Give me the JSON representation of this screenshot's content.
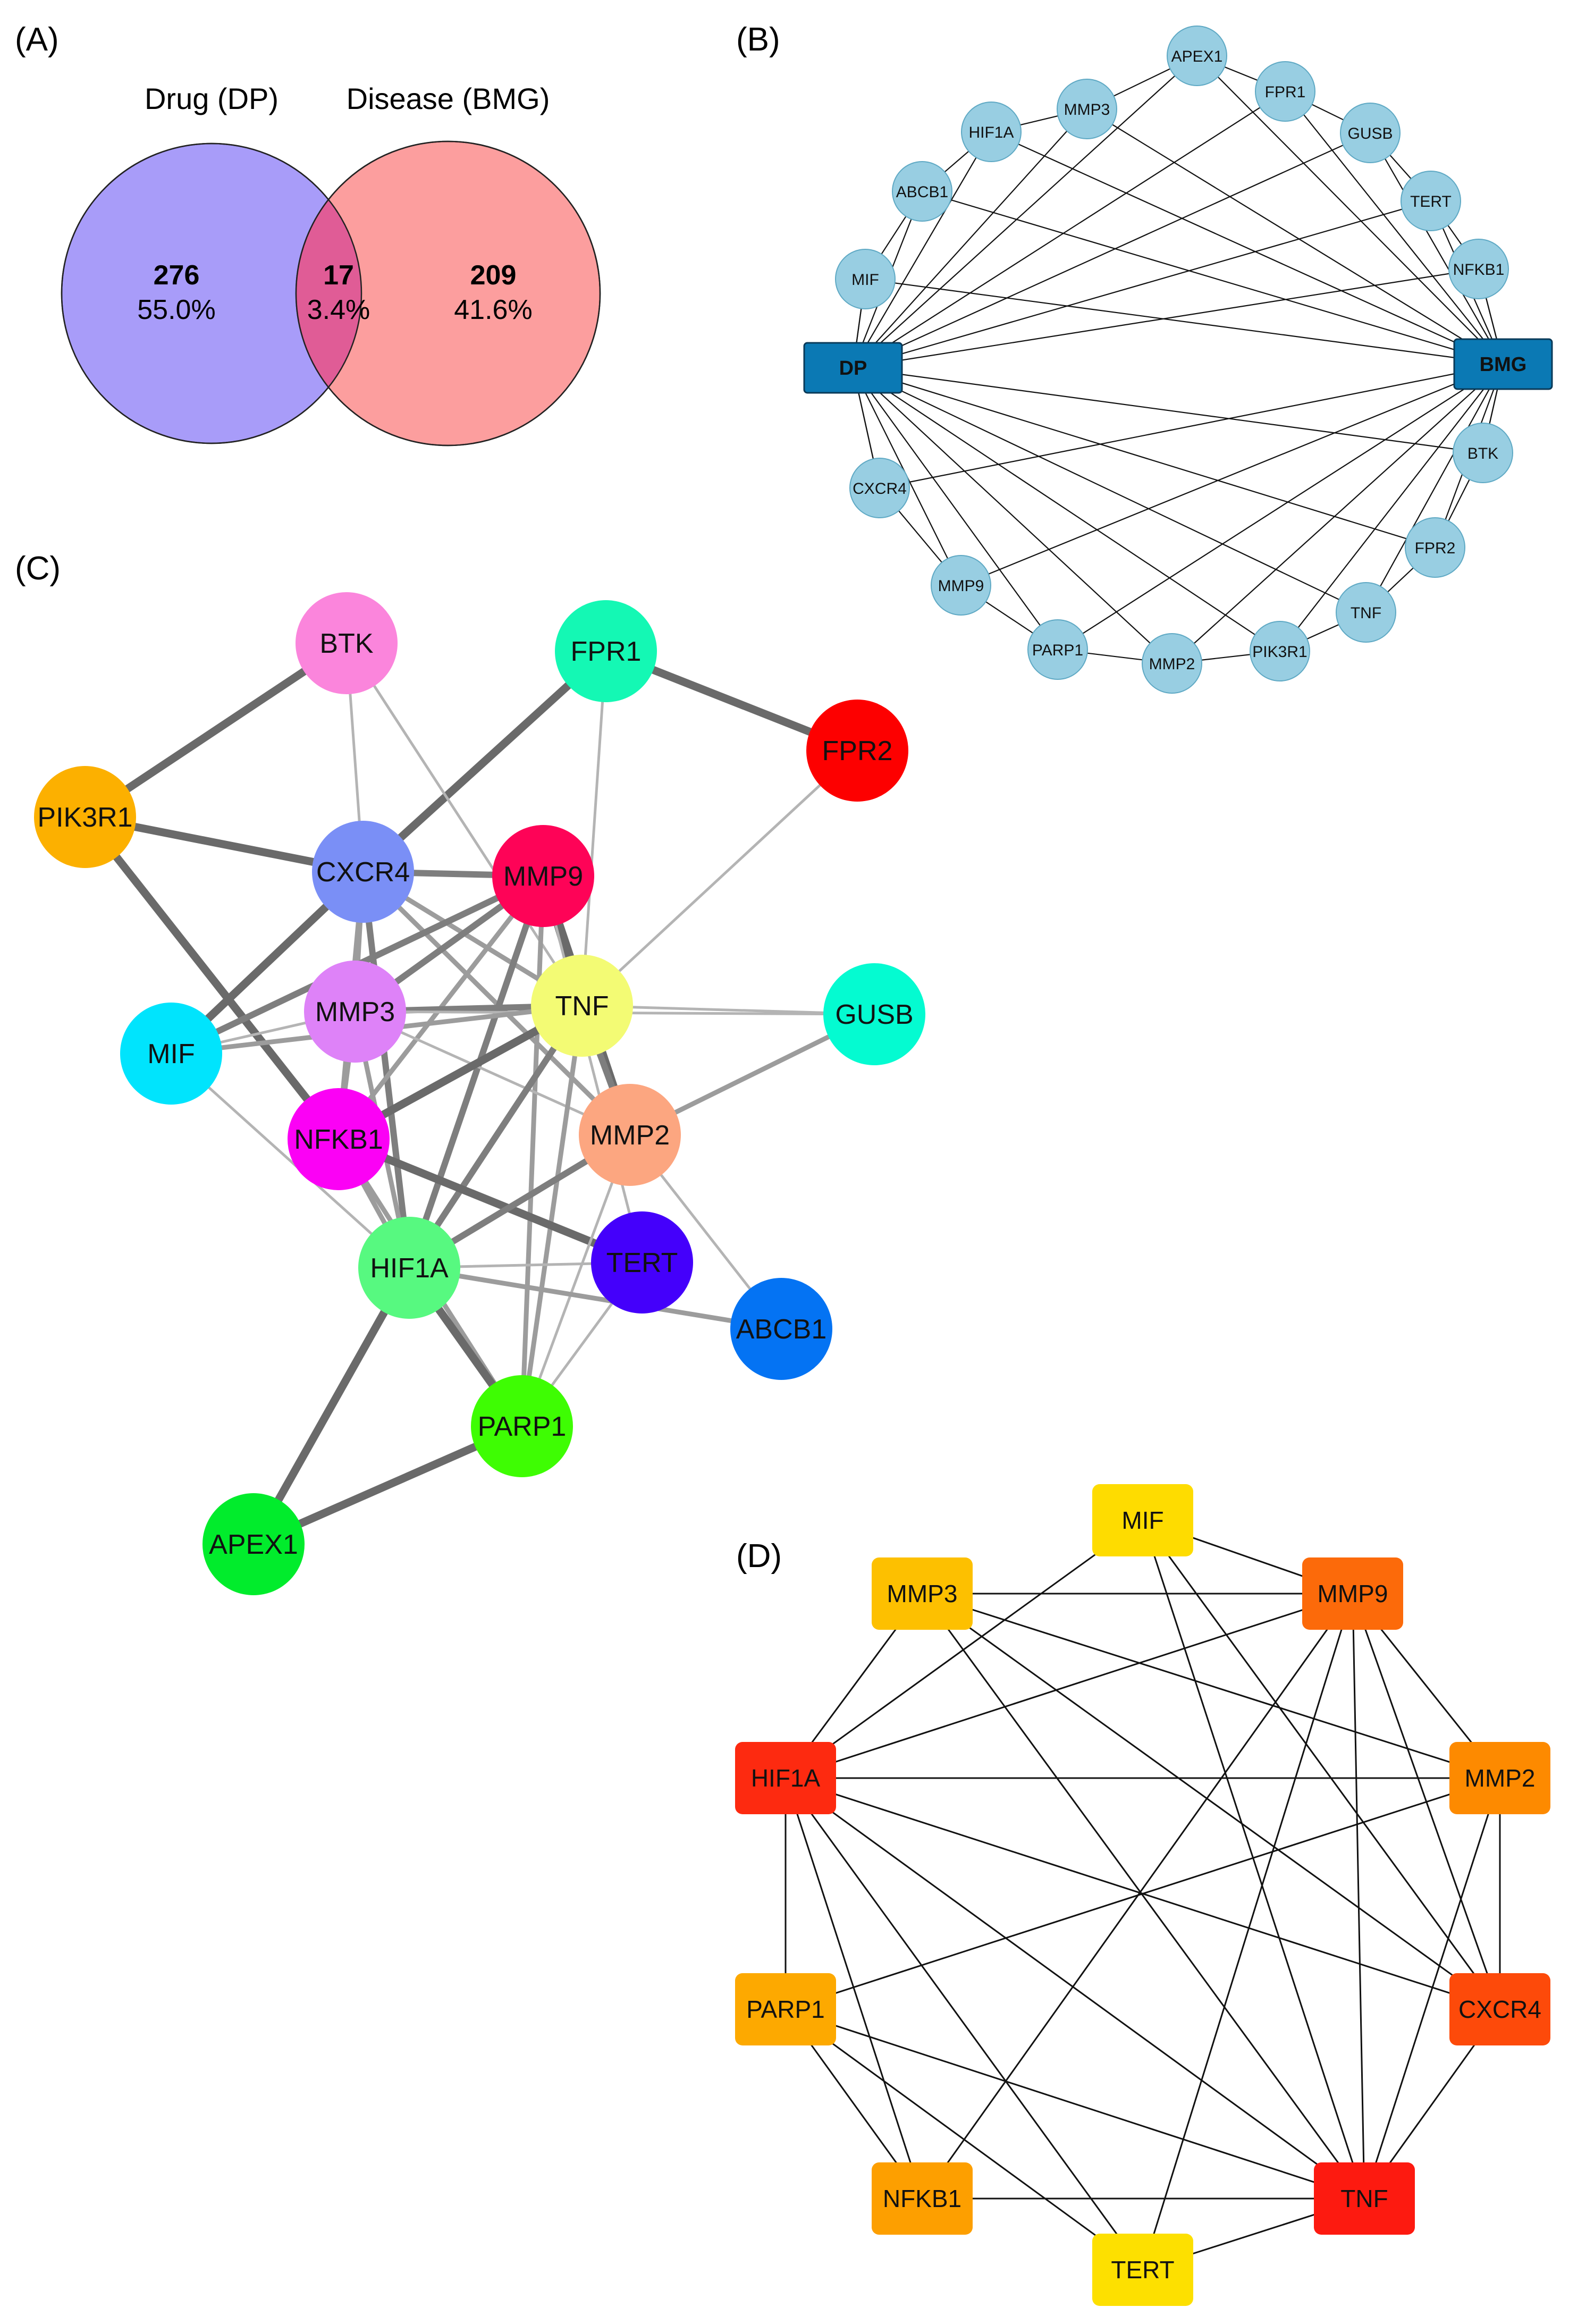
{
  "panels": {
    "A": {
      "label": "(A)",
      "drug_label": "Drug (DP)",
      "disease_label": "Disease (BMG)",
      "drug_only": {
        "count": "276",
        "pct": "55.0%"
      },
      "overlap": {
        "count": "17",
        "pct": "3.4%"
      },
      "disease_only": {
        "count": "209",
        "pct": "41.6%"
      },
      "colors": {
        "drug": "#a89cf9",
        "disease": "#fc9e9e",
        "overlap": "#e05c96"
      }
    },
    "B": {
      "label": "(B)",
      "hubs": [
        {
          "id": "DP",
          "label": "DP"
        },
        {
          "id": "BMG",
          "label": "BMG"
        }
      ],
      "nodes": [
        "MMP3",
        "APEX1",
        "FPR1",
        "GUSB",
        "HIF1A",
        "TERT",
        "ABCB1",
        "NFKB1",
        "MIF",
        "CXCR4",
        "BTK",
        "MMP9",
        "FPR2",
        "PARP1",
        "TNF",
        "MMP2",
        "PIK3R1"
      ],
      "colors": {
        "node": "#98cee2",
        "hub": "#0b79b4"
      }
    },
    "C": {
      "label": "(C)",
      "nodes": [
        {
          "id": "BTK",
          "color": "#fb85dc"
        },
        {
          "id": "FPR1",
          "color": "#14f8b4"
        },
        {
          "id": "FPR2",
          "color": "#fd0000"
        },
        {
          "id": "PIK3R1",
          "color": "#fcb000"
        },
        {
          "id": "CXCR4",
          "color": "#7a8ff6"
        },
        {
          "id": "MMP9",
          "color": "#fe0357"
        },
        {
          "id": "MMP3",
          "color": "#de82f8"
        },
        {
          "id": "TNF",
          "color": "#f3fb74"
        },
        {
          "id": "GUSB",
          "color": "#04fbd1"
        },
        {
          "id": "MIF",
          "color": "#00e4fd"
        },
        {
          "id": "NFKB1",
          "color": "#fb01f5"
        },
        {
          "id": "MMP2",
          "color": "#fca680"
        },
        {
          "id": "TERT",
          "color": "#4400fb"
        },
        {
          "id": "HIF1A",
          "color": "#57f980"
        },
        {
          "id": "ABCB1",
          "color": "#0473f3"
        },
        {
          "id": "PARP1",
          "color": "#3efd03"
        },
        {
          "id": "APEX1",
          "color": "#01ec2c"
        }
      ],
      "edges": [
        [
          "PIK3R1",
          "BTK",
          4
        ],
        [
          "PIK3R1",
          "CXCR4",
          4
        ],
        [
          "PIK3R1",
          "NFKB1",
          4
        ],
        [
          "FPR1",
          "FPR2",
          4
        ],
        [
          "FPR1",
          "CXCR4",
          4
        ],
        [
          "FPR1",
          "TNF",
          1
        ],
        [
          "BTK",
          "CXCR4",
          1
        ],
        [
          "BTK",
          "TNF",
          1
        ],
        [
          "FPR2",
          "TNF",
          1
        ],
        [
          "CXCR4",
          "MMP9",
          3
        ],
        [
          "CXCR4",
          "MMP3",
          2
        ],
        [
          "CXCR4",
          "TNF",
          2
        ],
        [
          "CXCR4",
          "MIF",
          4
        ],
        [
          "CXCR4",
          "NFKB1",
          2
        ],
        [
          "CXCR4",
          "MMP2",
          2
        ],
        [
          "CXCR4",
          "HIF1A",
          3
        ],
        [
          "MMP9",
          "MMP3",
          3
        ],
        [
          "MMP9",
          "TNF",
          4
        ],
        [
          "MMP9",
          "MMP2",
          4
        ],
        [
          "MMP9",
          "NFKB1",
          2
        ],
        [
          "MMP9",
          "HIF1A",
          3
        ],
        [
          "MMP9",
          "MIF",
          3
        ],
        [
          "MMP9",
          "TERT",
          1
        ],
        [
          "MMP9",
          "PARP1",
          2
        ],
        [
          "MMP3",
          "TNF",
          3
        ],
        [
          "MMP3",
          "MIF",
          1
        ],
        [
          "MMP3",
          "HIF1A",
          2
        ],
        [
          "MMP3",
          "MMP2",
          1
        ],
        [
          "MMP3",
          "NFKB1",
          2
        ],
        [
          "MMP3",
          "GUSB",
          1
        ],
        [
          "TNF",
          "NFKB1",
          4
        ],
        [
          "TNF",
          "MMP2",
          3
        ],
        [
          "TNF",
          "HIF1A",
          3
        ],
        [
          "TNF",
          "PARP1",
          2
        ],
        [
          "TNF",
          "GUSB",
          1
        ],
        [
          "TNF",
          "MIF",
          2
        ],
        [
          "MIF",
          "HIF1A",
          1
        ],
        [
          "NFKB1",
          "TERT",
          4
        ],
        [
          "NFKB1",
          "HIF1A",
          2
        ],
        [
          "NFKB1",
          "PARP1",
          2
        ],
        [
          "MMP2",
          "HIF1A",
          3
        ],
        [
          "MMP2",
          "GUSB",
          2
        ],
        [
          "MMP2",
          "ABCB1",
          1
        ],
        [
          "MMP2",
          "PARP1",
          1
        ],
        [
          "TERT",
          "HIF1A",
          1
        ],
        [
          "TERT",
          "PARP1",
          1
        ],
        [
          "HIF1A",
          "PARP1",
          4
        ],
        [
          "HIF1A",
          "ABCB1",
          2
        ],
        [
          "HIF1A",
          "APEX1",
          4
        ],
        [
          "PARP1",
          "APEX1",
          4
        ]
      ]
    },
    "D": {
      "label": "(D)",
      "nodes": [
        {
          "id": "MIF",
          "color": "#fedc00"
        },
        {
          "id": "MMP9",
          "color": "#fc6a0a"
        },
        {
          "id": "MMP2",
          "color": "#fd8a00"
        },
        {
          "id": "CXCR4",
          "color": "#fd4a0a"
        },
        {
          "id": "TNF",
          "color": "#fd1a10"
        },
        {
          "id": "TERT",
          "color": "#fde000"
        },
        {
          "id": "NFKB1",
          "color": "#fd9f00"
        },
        {
          "id": "PARP1",
          "color": "#fda900"
        },
        {
          "id": "HIF1A",
          "color": "#fd2a10"
        },
        {
          "id": "MMP3",
          "color": "#fdc000"
        }
      ],
      "edges": [
        [
          "MIF",
          "HIF1A"
        ],
        [
          "MIF",
          "TNF"
        ],
        [
          "MIF",
          "CXCR4"
        ],
        [
          "MIF",
          "MMP9"
        ],
        [
          "MMP3",
          "MMP9"
        ],
        [
          "MMP3",
          "HIF1A"
        ],
        [
          "MMP3",
          "MMP2"
        ],
        [
          "MMP3",
          "CXCR4"
        ],
        [
          "MMP3",
          "TNF"
        ],
        [
          "MMP9",
          "HIF1A"
        ],
        [
          "MMP9",
          "MMP2"
        ],
        [
          "MMP9",
          "CXCR4"
        ],
        [
          "MMP9",
          "TNF"
        ],
        [
          "MMP9",
          "NFKB1"
        ],
        [
          "MMP9",
          "TERT"
        ],
        [
          "HIF1A",
          "MMP2"
        ],
        [
          "HIF1A",
          "CXCR4"
        ],
        [
          "HIF1A",
          "TNF"
        ],
        [
          "HIF1A",
          "PARP1"
        ],
        [
          "HIF1A",
          "NFKB1"
        ],
        [
          "HIF1A",
          "TERT"
        ],
        [
          "MMP2",
          "CXCR4"
        ],
        [
          "MMP2",
          "PARP1"
        ],
        [
          "CXCR4",
          "TNF"
        ],
        [
          "PARP1",
          "NFKB1"
        ],
        [
          "PARP1",
          "TNF"
        ],
        [
          "PARP1",
          "TERT"
        ],
        [
          "NFKB1",
          "TNF"
        ],
        [
          "TERT",
          "TNF"
        ],
        [
          "MMP2",
          "TNF"
        ]
      ]
    }
  }
}
